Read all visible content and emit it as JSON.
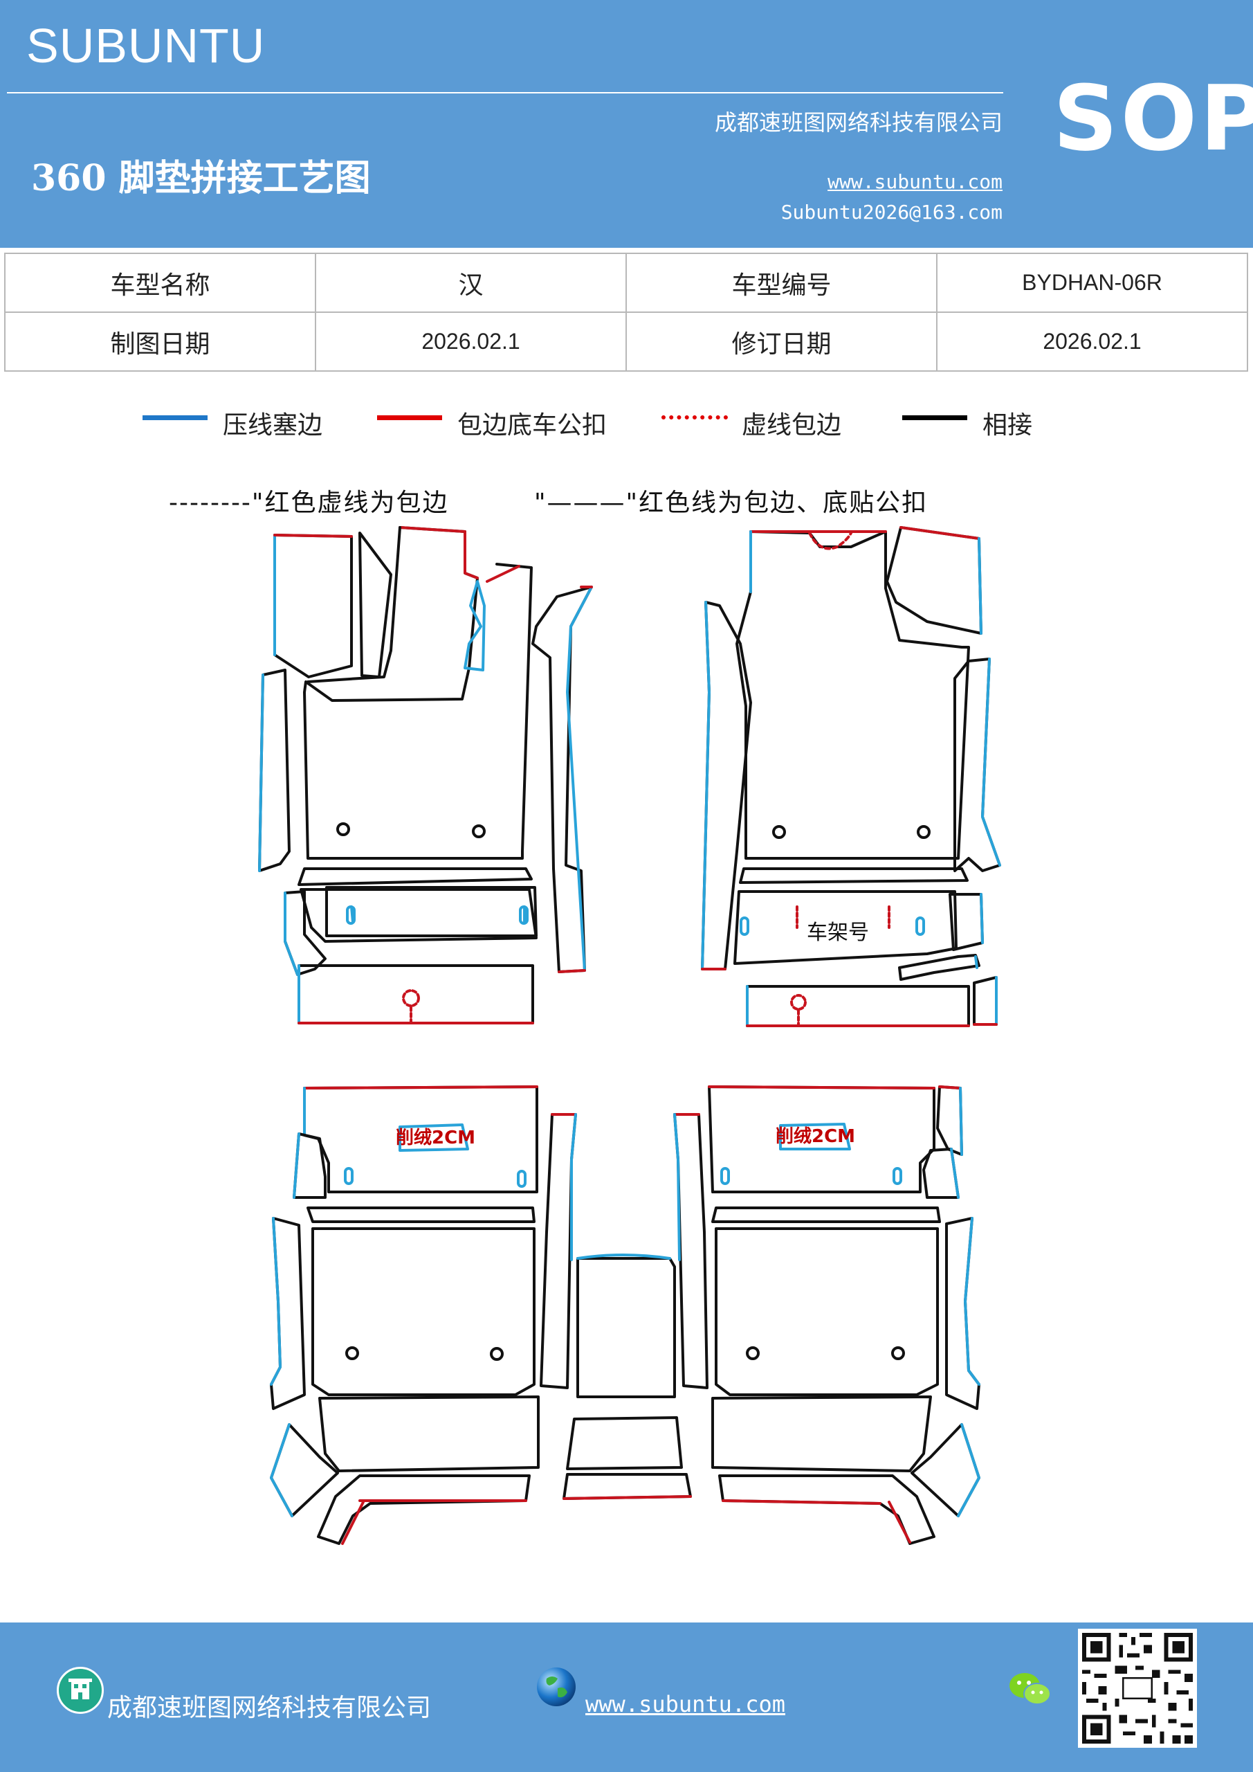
{
  "header": {
    "brand": "SUBUNTU",
    "company": "成都速班图网络科技有限公司",
    "title": "360 脚垫拼接工艺图",
    "website": "www.subuntu.com",
    "email": "Subuntu2026@163.com",
    "badge": "SOP"
  },
  "info_table": {
    "rows": [
      [
        "车型名称",
        "汉",
        "车型编号",
        "BYDHAN-06R"
      ],
      [
        "制图日期",
        "2026.02.1",
        "修订日期",
        "2026.02.1"
      ]
    ]
  },
  "legend": {
    "items": [
      {
        "label": "压线塞边",
        "color": "#1f77c8",
        "style": "solid"
      },
      {
        "label": "包边底车公扣",
        "color": "#e00000",
        "style": "solid"
      },
      {
        "label": "虚线包边",
        "color": "#e00000",
        "style": "dotted"
      },
      {
        "label": "相接",
        "color": "#000000",
        "style": "solid"
      }
    ]
  },
  "diagram": {
    "note_dashed": "--------\"红色虚线为包边",
    "note_solid": "\"———\"红色线为包边、底贴公扣",
    "label_frame_number": "车架号",
    "label_trim_left": "削绒2CM",
    "label_trim_right": "削绒2CM",
    "colors": {
      "blue": "#29a3d9",
      "red": "#c8141e",
      "black": "#111111"
    }
  },
  "footer": {
    "company": "成都速班图网络科技有限公司",
    "website": "www.subuntu.com"
  }
}
